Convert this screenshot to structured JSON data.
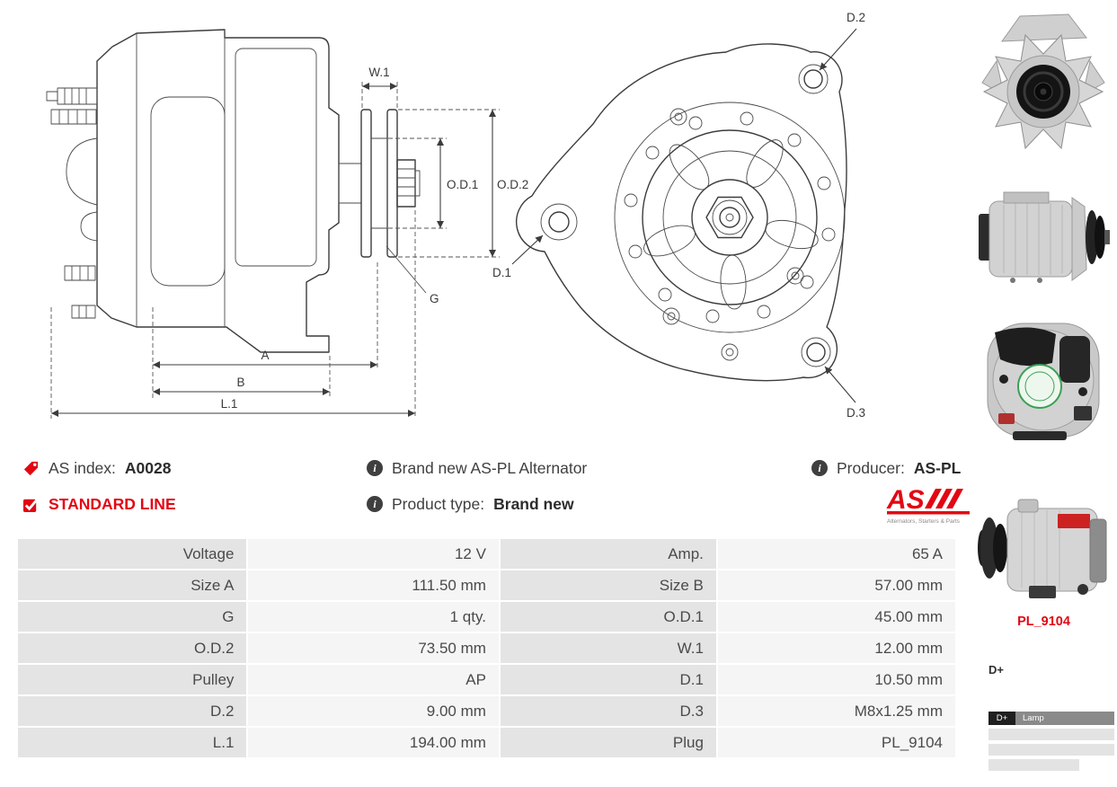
{
  "theme": {
    "accent_red": "#e30613",
    "text": "#3f3f3f",
    "table_label_bg": "#e4e4e4",
    "table_value_bg": "#f5f5f5"
  },
  "drawing_labels": {
    "side": {
      "w1": "W.1",
      "od1": "O.D.1",
      "od2": "O.D.2",
      "g": "G",
      "a": "A",
      "b": "B",
      "l1": "L.1"
    },
    "front": {
      "d1": "D.1",
      "d2": "D.2",
      "d3": "D.3"
    }
  },
  "info": {
    "as_index_label": "AS index:",
    "as_index_value": "A0028",
    "standard_line_label": "STANDARD LINE",
    "brand_new_text": "Brand new AS-PL Alternator",
    "product_type_label": "Product type:",
    "product_type_value": "Brand new",
    "producer_label": "Producer:",
    "producer_value": "AS-PL",
    "logo_text": "AS",
    "logo_tagline": "Alternators, Starters & Parts"
  },
  "icons": {
    "info_glyph": "i",
    "as_index": "tag-icon",
    "standard_line": "checkbox-checked-icon",
    "info": "info-icon"
  },
  "spec_table": {
    "rows": [
      [
        "Voltage",
        "12 V",
        "Amp.",
        "65 A"
      ],
      [
        "Size A",
        "111.50 mm",
        "Size B",
        "57.00 mm"
      ],
      [
        "G",
        "1 qty.",
        "O.D.1",
        "45.00 mm"
      ],
      [
        "O.D.2",
        "73.50 mm",
        "W.1",
        "12.00 mm"
      ],
      [
        "Pulley",
        "AP",
        "D.1",
        "10.50 mm"
      ],
      [
        "D.2",
        "9.00 mm",
        "D.3",
        "M8x1.25 mm"
      ],
      [
        "L.1",
        "194.00 mm",
        "Plug",
        "PL_9104"
      ]
    ]
  },
  "sidebar": {
    "plug_code": "PL_9104",
    "terminal_label": "D+",
    "pinout_col1": "D+",
    "pinout_col2": "Lamp"
  }
}
